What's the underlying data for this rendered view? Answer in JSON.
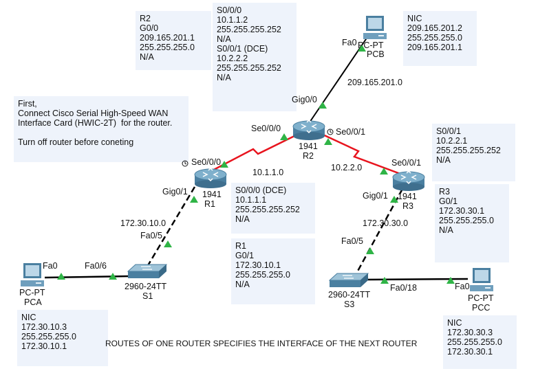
{
  "notes": {
    "r2_g00": "R2\nG0/0\n209.165.201.1\n255.255.255.0\nN/A",
    "r2_serial": "S0/0/0\n10.1.1.2\n255.255.255.252\nN/A\nS0/0/1 (DCE)\n10.2.2.2\n255.255.255.252\nN/A",
    "pcb_nic": "NIC\n209.165.201.2\n255.255.255.0\n209.165.201.1",
    "instructions": "First,\nConnect Cisco Serial High-Speed WAN\nInterface Card (HWIC-2T)  for the router.\n\nTurn off router before coneting",
    "r3_s001": "S0/0/1\n10.2.2.1\n255.255.255.252\nN/A",
    "r1_s000": "S0/0/0 (DCE)\n10.1.1.1\n255.255.255.252\nN/A",
    "r1_g01": "R1\nG0/1\n172.30.10.1\n255.255.255.0\nN/A",
    "r3_g01": "R3\nG0/1\n172.30.30.1\n255.255.255.0\nN/A",
    "pca_nic": "NIC\n172.30.10.3\n255.255.255.0\n172.30.10.1",
    "pcc_nic": "NIC\n172.30.30.3\n255.255.255.0\n172.30.30.1"
  },
  "devices": {
    "r1": {
      "model": "1941",
      "name": "R1"
    },
    "r2": {
      "model": "1941",
      "name": "R2"
    },
    "r3": {
      "model": "1941",
      "name": "R3"
    },
    "s1": {
      "model": "2960-24TT",
      "name": "S1"
    },
    "s3": {
      "model": "2960-24TT",
      "name": "S3"
    },
    "pca": {
      "model": "PC-PT",
      "name": "PCA"
    },
    "pcb": {
      "model": "PC-PT",
      "name": "PCB"
    },
    "pcc": {
      "model": "PC-PT",
      "name": "PCC"
    }
  },
  "ports": {
    "pcb_fa0": "Fa0",
    "r2_gig00": "Gig0/0",
    "r2_se000": "Se0/0/0",
    "r2_se001": "Se0/0/1",
    "r1_se000": "Se0/0/0",
    "r3_se001": "Se0/0/1",
    "r1_gig01": "Gig0/1",
    "r3_gig01": "Gig0/1",
    "s1_fa05": "Fa0/5",
    "s3_fa05": "Fa0/5",
    "pca_fa0": "Fa0",
    "s1_fa06": "Fa0/6",
    "s3_fa018": "Fa0/18",
    "pcc_fa0": "Fa0"
  },
  "networks": {
    "r2_pcb": "209.165.201.0",
    "r1_r2": "10.1.1.0",
    "r2_r3": "10.2.2.0",
    "r1_s1": "172.30.10.0",
    "r3_s3": "172.30.30.0"
  },
  "caption": "ROUTES OF ONE ROUTER SPECIFIES THE INTERFACE OF THE NEXT ROUTER",
  "colors": {
    "note_bg": "#eef3fb",
    "serial_link": "#e8141e",
    "ethernet_link": "#000000",
    "link_up": "#2fb446"
  },
  "icons": {
    "router": "router-icon",
    "switch": "switch-icon",
    "pc": "pc-icon",
    "clock": "clock-icon"
  }
}
